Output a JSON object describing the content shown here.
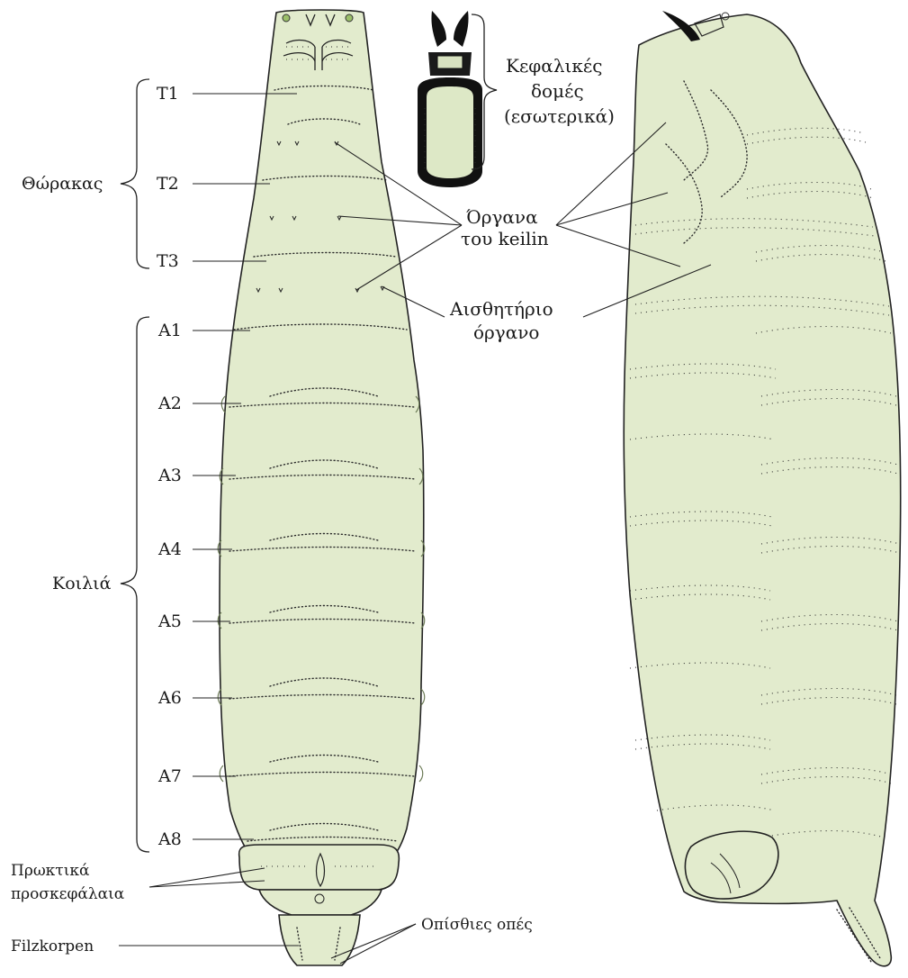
{
  "labels": {
    "segments": {
      "t1": "T1",
      "t2": "T2",
      "t3": "T3",
      "a1": "A1",
      "a2": "A2",
      "a3": "A3",
      "a4": "A4",
      "a5": "A5",
      "a6": "A6",
      "a7": "A7",
      "a8": "A8"
    },
    "groups": {
      "thorax": "Θώρακας",
      "abdomen": "Κοιλιά"
    },
    "callouts": {
      "head_line1": "Κεφαλικές",
      "head_line2": "δομές",
      "head_line3": "(εσωτερικά)",
      "keilin_line1": "Όργανα",
      "keilin_line2": "του keilin",
      "sensory_line1": "Αισθητήριο",
      "sensory_line2": "όργανο",
      "anal_line1": "Πρωκτικά",
      "anal_line2": "προσκεφάλαια",
      "posterior_spiracles": "Οπίσθιες οπές",
      "filzkorpen": "Filzkorpen"
    }
  },
  "colors": {
    "body": "#e2ebcd",
    "outline": "#222222",
    "mouthhook": "#111111"
  }
}
